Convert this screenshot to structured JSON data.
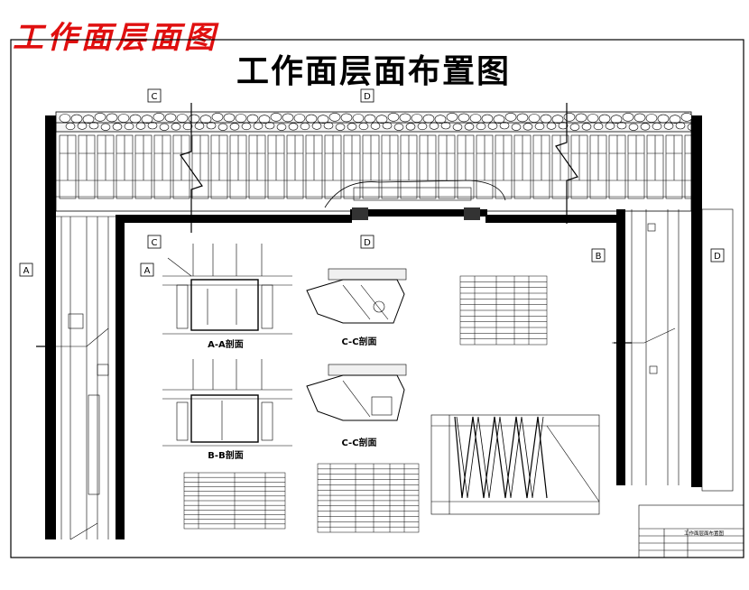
{
  "red_title": "工作面层面图",
  "main_title": "工作面层面布置图",
  "section_markers": {
    "c_top": "C",
    "d_top": "D",
    "c_mid": "C",
    "d_mid": "D",
    "a_left": "A",
    "a_inset": "A",
    "b_right": "B",
    "d_right": "D"
  },
  "views": {
    "aa_caption": "A-A剖面",
    "bb_caption": "B-B剖面",
    "cc_caption_top": "C-C剖面",
    "cc_caption_bottom": "C-C剖面"
  },
  "title_block": {
    "drawing_name": "工作面层面布置图"
  }
}
